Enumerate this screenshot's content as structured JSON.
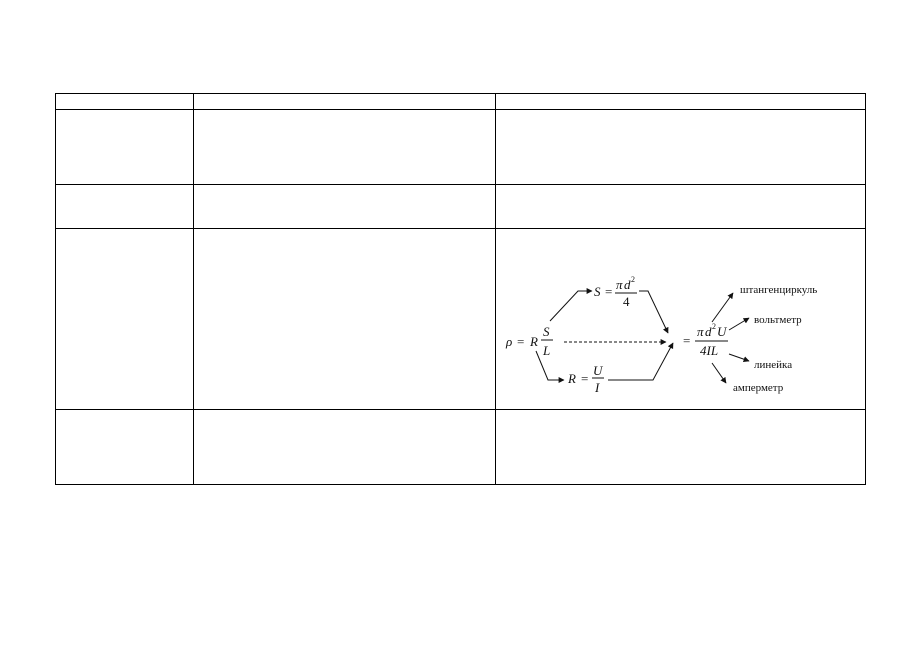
{
  "diagram": {
    "rho_formula": {
      "lhs": "ρ",
      "eq": "=",
      "r": "R",
      "num": "S",
      "den": "L"
    },
    "area_formula": {
      "lhs": "S",
      "eq": "=",
      "num_pi": "π",
      "num_d": "d",
      "num_exp": "2",
      "den": "4"
    },
    "resistance_formula": {
      "lhs": "R",
      "eq": "=",
      "num": "U",
      "den": "I"
    },
    "result_formula": {
      "eq": "=",
      "num_pi": "π",
      "num_d": "d",
      "num_exp": "2",
      "num_u": "U",
      "den": "4IL"
    },
    "instruments": {
      "caliper": "штангенциркуль",
      "voltmeter": "вольтметр",
      "ruler": "линейка",
      "ammeter": "амперметр"
    }
  }
}
